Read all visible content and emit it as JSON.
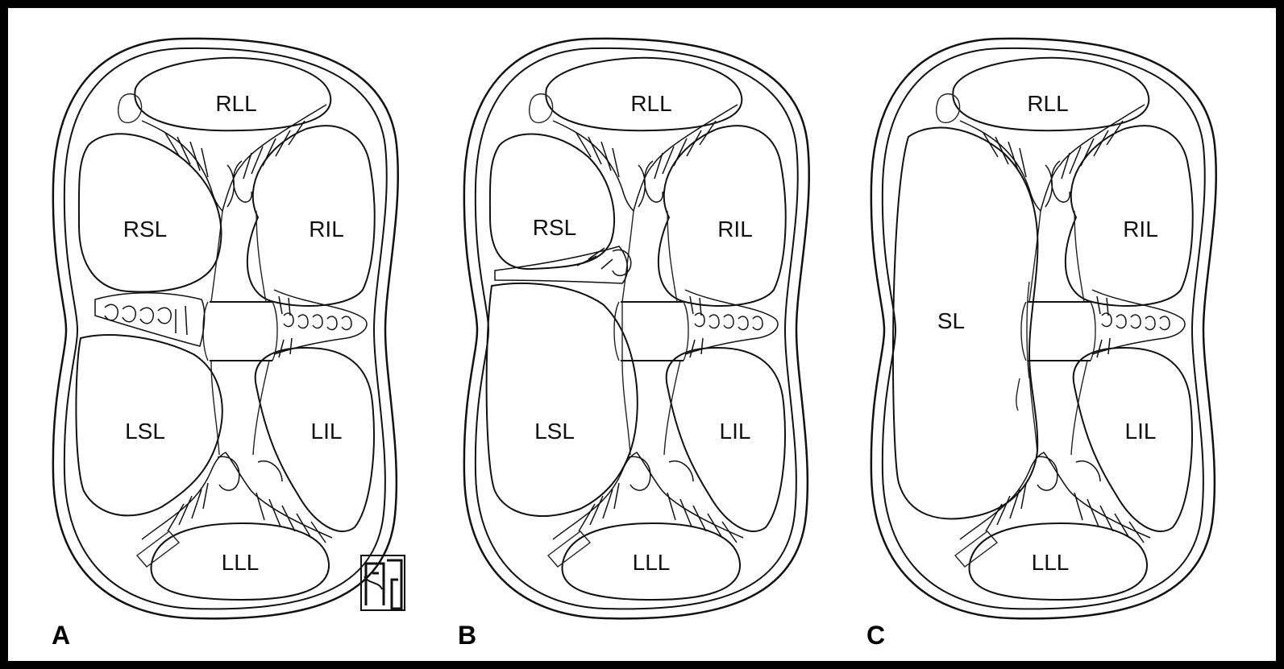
{
  "colors": {
    "background": "#ffffff",
    "frame": "#000000",
    "ink": "#111111"
  },
  "panels": [
    {
      "letter": "A",
      "labels": {
        "rll": "RLL",
        "rsl": "RSL",
        "ril": "RIL",
        "lsl": "LSL",
        "lil": "LIL",
        "lll": "LLL"
      },
      "variant": "separate-right-and-left-superior-lobes"
    },
    {
      "letter": "B",
      "labels": {
        "rll": "RLL",
        "rsl": "RSL",
        "ril": "RIL",
        "lsl": "LSL",
        "lil": "LIL",
        "lll": "LLL"
      },
      "variant": "partially-fused-superior-lobes"
    },
    {
      "letter": "C",
      "labels": {
        "rll": "RLL",
        "sl": "SL",
        "ril": "RIL",
        "lil": "LIL",
        "lll": "LLL"
      },
      "variant": "single-superior-lobe"
    }
  ]
}
